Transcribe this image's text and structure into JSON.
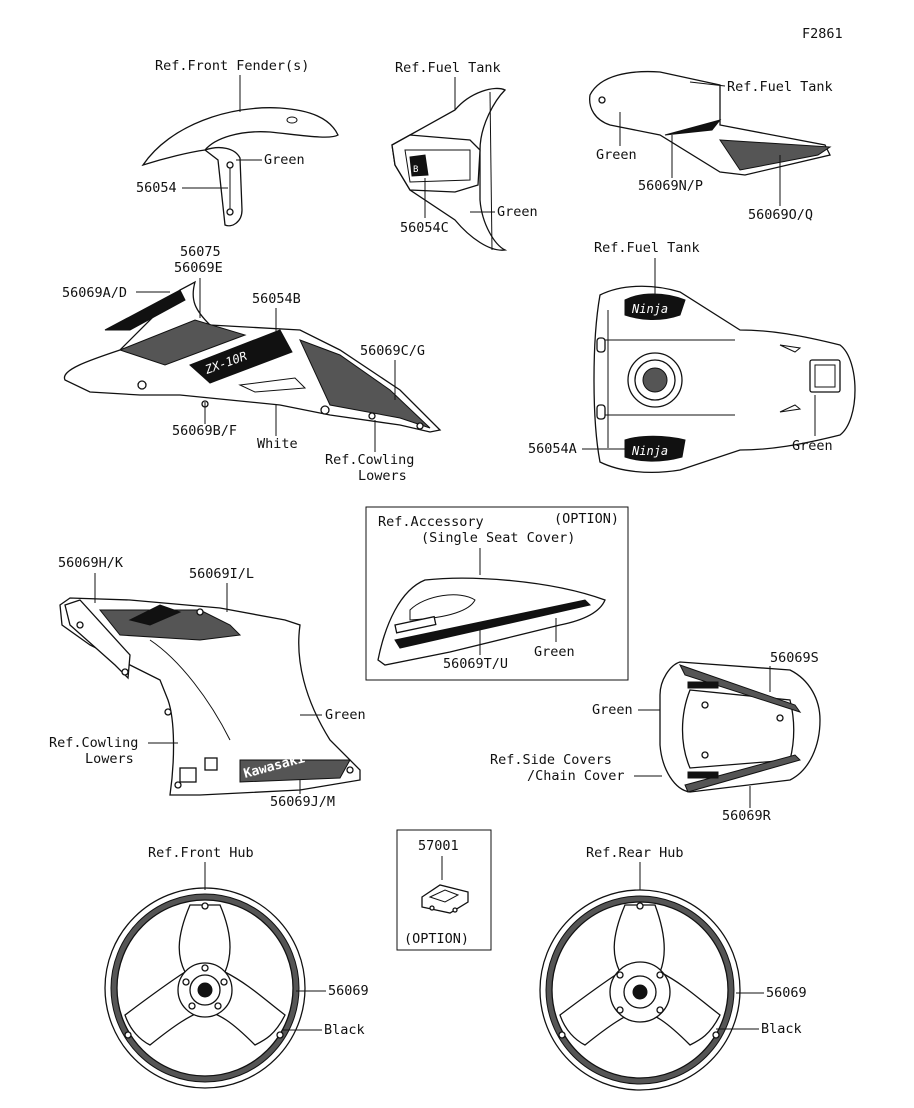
{
  "figure_code": "F2861",
  "labels": {
    "ref_front_fender": "Ref.Front Fender(s)",
    "green_fender": "Green",
    "p56054": "56054",
    "ref_fuel_tank_1": "Ref.Fuel Tank",
    "green_tank_cover": "Green",
    "p56054C": "56054C",
    "ref_fuel_tank_2": "Ref.Fuel Tank",
    "green_side_cover": "Green",
    "p56069NP": "56069N/P",
    "p56069OQ": "56069O/Q",
    "p56075": "56075",
    "p56069E": "56069E",
    "p56069AD": "56069A/D",
    "p56054B": "56054B",
    "p56069CG": "56069C/G",
    "p56069BF": "56069B/F",
    "white": "White",
    "ref_cowling_lowers_1a": "Ref.Cowling",
    "ref_cowling_lowers_1b": "Lowers",
    "ref_fuel_tank_3": "Ref.Fuel Tank",
    "p56054A": "56054A",
    "green_tank_top": "Green",
    "ref_accessory": "Ref.Accessory",
    "option_1": "(OPTION)",
    "single_seat_cover": "(Single Seat Cover)",
    "green_seat_cover": "Green",
    "p56069TU": "56069T/U",
    "p56069HK": "56069H/K",
    "p56069IL": "56069I/L",
    "green_cowl": "Green",
    "ref_cowling_lowers_2a": "Ref.Cowling",
    "ref_cowling_lowers_2b": "Lowers",
    "p56069JM": "56069J/M",
    "p56069S": "56069S",
    "green_tail": "Green",
    "ref_side_covers_a": "Ref.Side Covers",
    "ref_side_covers_b": "/Chain Cover",
    "p56069R": "56069R",
    "ref_front_hub": "Ref.Front Hub",
    "p56069_front": "56069",
    "black_front": "Black",
    "p57001": "57001",
    "option_2": "(OPTION)",
    "ref_rear_hub": "Ref.Rear Hub",
    "p56069_rear": "56069",
    "black_rear": "Black",
    "decal_zx10r": "ZX-10R",
    "decal_kawasaki": "Kawasaki",
    "decal_ninja_1": "Ninja",
    "decal_ninja_2": "Ninja"
  }
}
